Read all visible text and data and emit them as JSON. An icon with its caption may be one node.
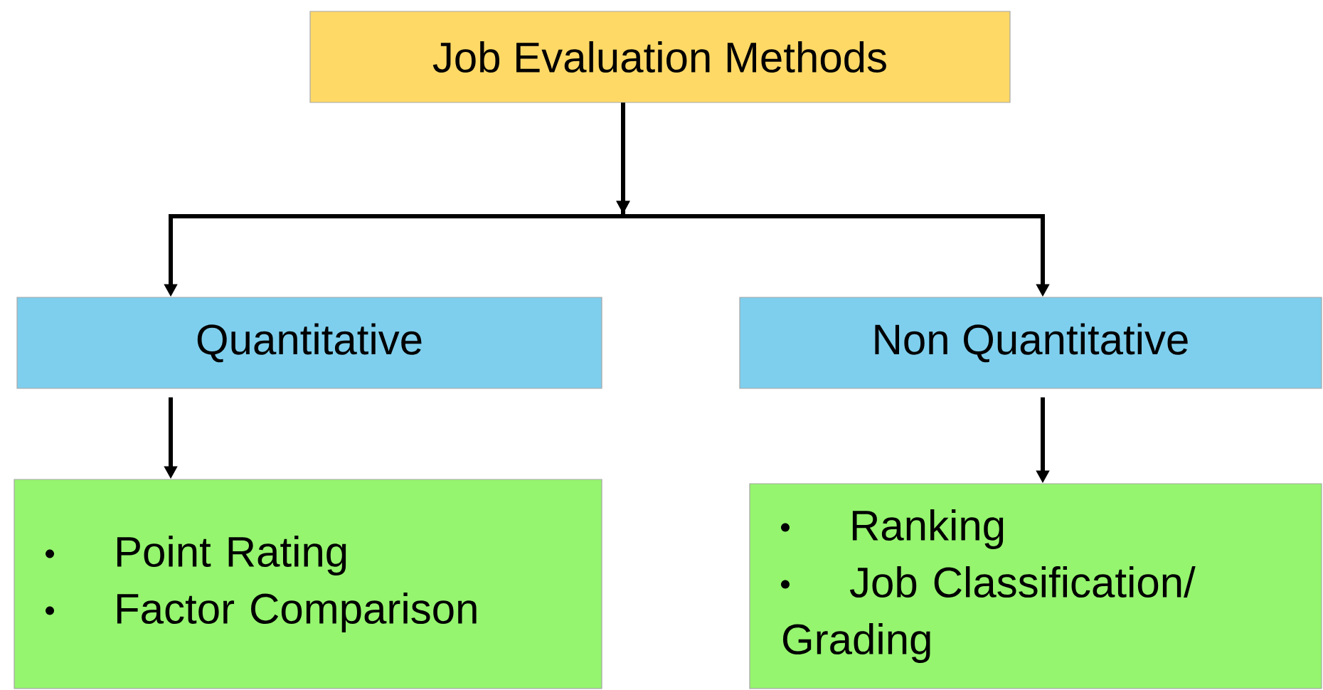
{
  "diagram": {
    "nodes": [
      {
        "text": [
          "Job Evaluation Methods"
        ]
      },
      {
        "text": [
          "Quantitative"
        ]
      },
      {
        "text": [
          "Non Quantitative"
        ]
      },
      {
        "text": [
          "Point Rating",
          "Factor Comparison"
        ]
      },
      {
        "text": [
          "Ranking",
          "Job Classification/ Grading"
        ]
      }
    ],
    "edges": [
      {
        "from": 0,
        "to": 1,
        "arrow": "to"
      },
      {
        "from": 0,
        "to": 2,
        "arrow": "to"
      },
      {
        "from": 1,
        "to": 3,
        "arrow": "to"
      },
      {
        "from": 2,
        "to": 4,
        "arrow": "to"
      }
    ]
  }
}
